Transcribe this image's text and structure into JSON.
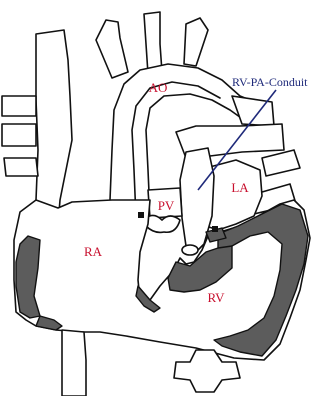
{
  "diagram": {
    "labels": {
      "ao": "AO",
      "pv": "PV",
      "la": "LA",
      "ra": "RA",
      "rv": "RV",
      "conduit": "RV-PA-Conduit"
    },
    "colors": {
      "label": "#c8102e",
      "conduit_label": "#1f2a7a",
      "pointer_line": "#1f2a7a",
      "outline": "#111111",
      "myocardium": "#5c5c5c",
      "background": "#ffffff"
    }
  }
}
